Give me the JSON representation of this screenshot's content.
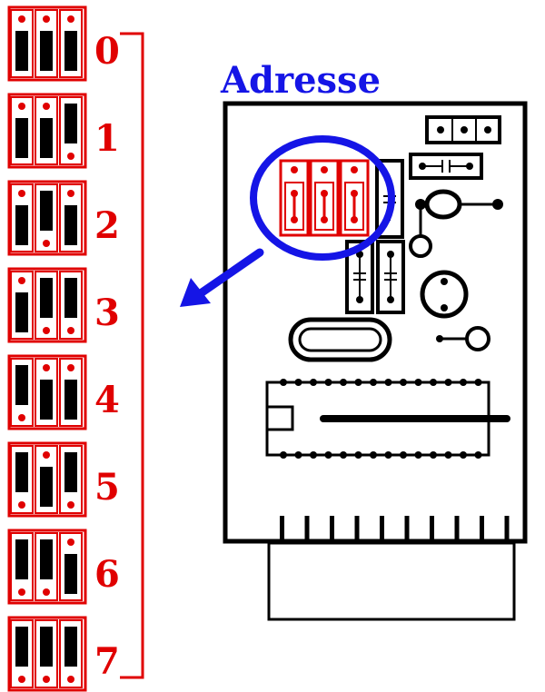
{
  "title": "Adresse",
  "colors": {
    "red": "#e00000",
    "blue": "#1515e6",
    "black": "#000000",
    "white": "#ffffff"
  },
  "jumper_settings": [
    {
      "label": "0",
      "jumpers": [
        "top",
        "top",
        "top"
      ]
    },
    {
      "label": "1",
      "jumpers": [
        "top",
        "top",
        "bottom"
      ]
    },
    {
      "label": "2",
      "jumpers": [
        "top",
        "bottom",
        "top"
      ]
    },
    {
      "label": "3",
      "jumpers": [
        "top",
        "bottom",
        "bottom"
      ]
    },
    {
      "label": "4",
      "jumpers": [
        "bottom",
        "top",
        "top"
      ]
    },
    {
      "label": "5",
      "jumpers": [
        "bottom",
        "top",
        "bottom"
      ]
    },
    {
      "label": "6",
      "jumpers": [
        "bottom",
        "bottom",
        "top"
      ]
    },
    {
      "label": "7",
      "jumpers": [
        "bottom",
        "bottom",
        "bottom"
      ]
    }
  ]
}
